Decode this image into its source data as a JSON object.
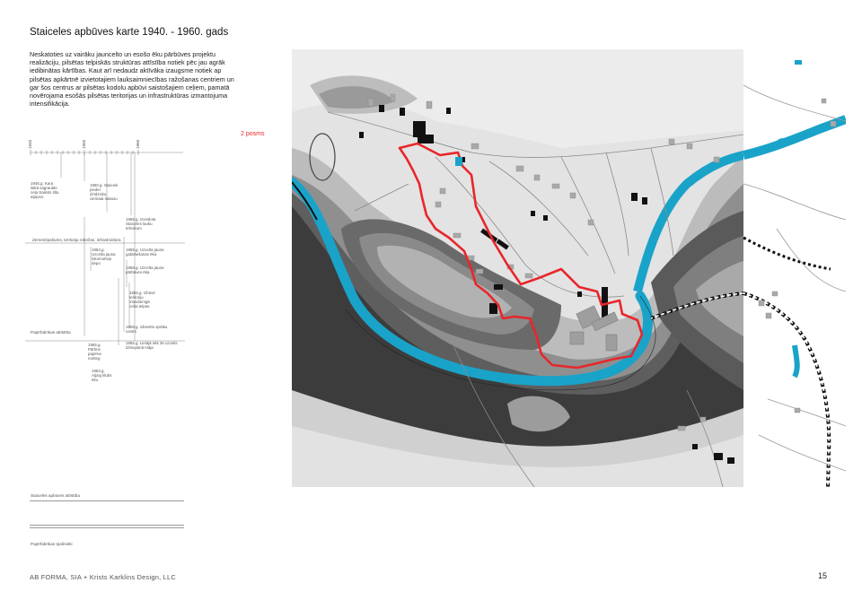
{
  "document": {
    "title": "Staiceles apbūves karte 1940. - 1960. gads",
    "intro": "Neskatoties uz vairāku jauncelto un esošo ēku pārbūves projektu realizāciju, pilsētas telpiskās struktūras attīstība notiek pēc jau agrāk iedibinātas kārtības. Kaut arī nedaudz aktīvāka izaugsme notiek ap pilsētas apkārtnē izvietotajiem lauksaimniecības ražošanas centriem un gar šos centrus ar pilsētas kodolu apbūvi saistošajiem ceļiem, pamatā novērojama esošās pilsētas teritorijas un infrastruktūras izmantojuma intensifikācija.",
    "phase_label": "2 posms"
  },
  "timeline": {
    "years": [
      "1940",
      "1950",
      "1960"
    ],
    "notes": [
      "1945.g. Kara laikā sagrautās ceļa Saiksts tiltu atjauno",
      "1950.g. Staicele pieder dzīdzisku. ciemata statusu",
      "1955.g. Izveidota Staiceles lauku tehnikum",
      "1953.g. Uzcelta jauna lokomotīvju depo",
      "1955.g. Uzcelta jauna gaļināešanas ēka",
      "1958.g. Uzcelta jauna pārbūves ēka",
      "1955.g. Izbūvē teritoriju mūsdienīgā ceha telpas",
      "1959.g. izbūvēts sprāku centrs",
      "1955.g. Lielajā ielā 26 uzcelts dzīvojamā māja",
      "1955.g. Pārbūv papīrne noriteg",
      "1953.g. Atjauj klubs ēku"
    ],
    "categories": [
      "Zemes/īpašums, teritorija robežas, infrastruktūra",
      "Papīrfabrikas attīstība"
    ]
  },
  "bottom_labels": [
    "Staiceles apbūves attīstība",
    "Papīrfabrikas īpašnieki"
  ],
  "footer": {
    "credits": "AB FORMA, SIA + Krists Karklins Design, LLC",
    "page_number": "15"
  },
  "colors": {
    "river": "#1aa3c9",
    "boundary": "#e8262b",
    "phase_text": "#e8262b",
    "terrain_light": "#e6e6e6",
    "terrain_dark": "#3a3a3a",
    "building": "#111111"
  }
}
